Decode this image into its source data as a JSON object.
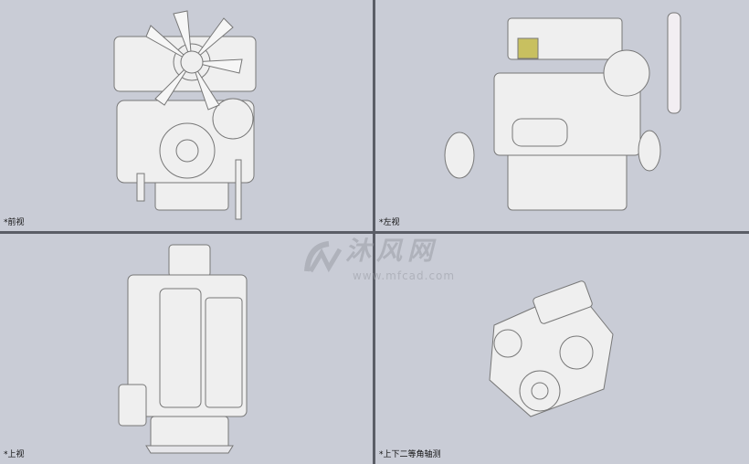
{
  "viewports": [
    {
      "label": "*前视",
      "view": "front"
    },
    {
      "label": "*左视",
      "view": "left"
    },
    {
      "label": "*上视",
      "view": "top"
    },
    {
      "label": "*上下二等角轴测",
      "view": "isometric"
    }
  ],
  "watermark": {
    "text": "沐风网",
    "url": "www.mfcad.com"
  },
  "colors": {
    "background": "#c9ccd6",
    "divider": "#5a5d66",
    "part": "#eeeeee",
    "highlight": "#c8c060"
  }
}
